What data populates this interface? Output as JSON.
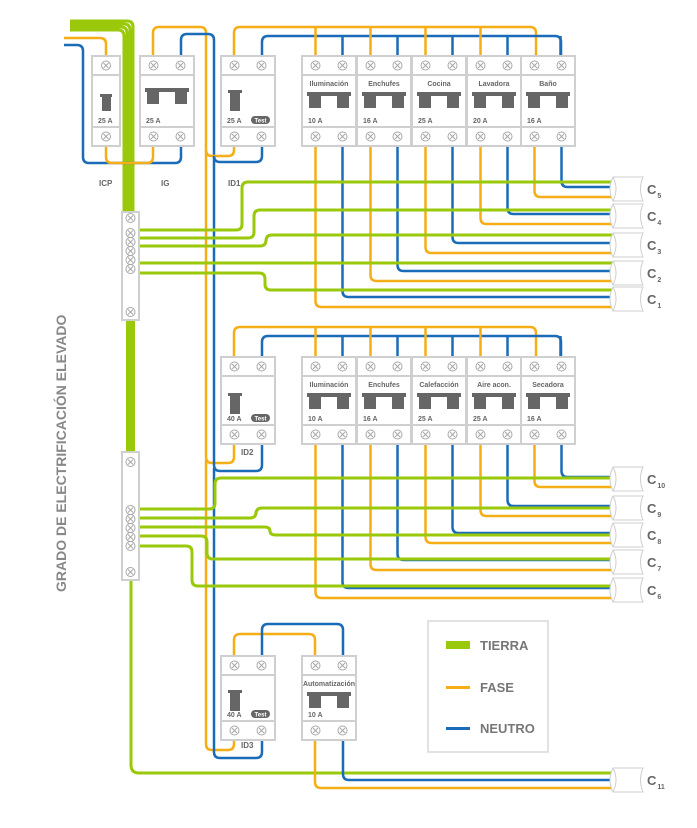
{
  "title": "GRADO DE ELECTRIFICACIÓN ELEVADO",
  "colors": {
    "tierra": "#99c90a",
    "fase": "#f5ae16",
    "neutro": "#1b6cb8",
    "device": "#666666",
    "border": "#cfcfcf"
  },
  "legend": {
    "items": [
      {
        "label": "TIERRA",
        "color": "#99c90a",
        "kind": "thick"
      },
      {
        "label": "FASE",
        "color": "#f5ae16",
        "kind": "line"
      },
      {
        "label": "NEUTRO",
        "color": "#1b6cb8",
        "kind": "line"
      }
    ]
  },
  "main_devices": {
    "icp": {
      "label": "ICP",
      "rating": "25 A"
    },
    "ig": {
      "label": "IG",
      "rating": "25 A"
    },
    "id1": {
      "label": "ID1",
      "rating": "25 A",
      "test": "Test"
    },
    "id2": {
      "label": "ID2",
      "rating": "40 A",
      "test": "Test"
    },
    "id3": {
      "label": "ID3",
      "rating": "40 A",
      "test": "Test"
    }
  },
  "group1": [
    {
      "name": "Iluminación",
      "rating": "10 A"
    },
    {
      "name": "Enchufes",
      "rating": "16 A"
    },
    {
      "name": "Cocina",
      "rating": "25 A"
    },
    {
      "name": "Lavadora",
      "rating": "20 A"
    },
    {
      "name": "Baño",
      "rating": "16 A"
    }
  ],
  "group2": [
    {
      "name": "Iluminación",
      "rating": "10 A"
    },
    {
      "name": "Enchufes",
      "rating": "16 A"
    },
    {
      "name": "Calefacción",
      "rating": "25 A"
    },
    {
      "name": "Aire acon.",
      "rating": "25 A"
    },
    {
      "name": "Secadora",
      "rating": "16 A"
    }
  ],
  "group3": [
    {
      "name": "Automatización",
      "rating": "10 A"
    }
  ],
  "circuits": {
    "group1": [
      {
        "letter": "C",
        "sub": "5"
      },
      {
        "letter": "C",
        "sub": "4"
      },
      {
        "letter": "C",
        "sub": "3"
      },
      {
        "letter": "C",
        "sub": "2"
      },
      {
        "letter": "C",
        "sub": "1"
      }
    ],
    "group2": [
      {
        "letter": "C",
        "sub": "10"
      },
      {
        "letter": "C",
        "sub": "9"
      },
      {
        "letter": "C",
        "sub": "8"
      },
      {
        "letter": "C",
        "sub": "7"
      },
      {
        "letter": "C",
        "sub": "6"
      }
    ],
    "group3": [
      {
        "letter": "C",
        "sub": "11"
      }
    ]
  }
}
